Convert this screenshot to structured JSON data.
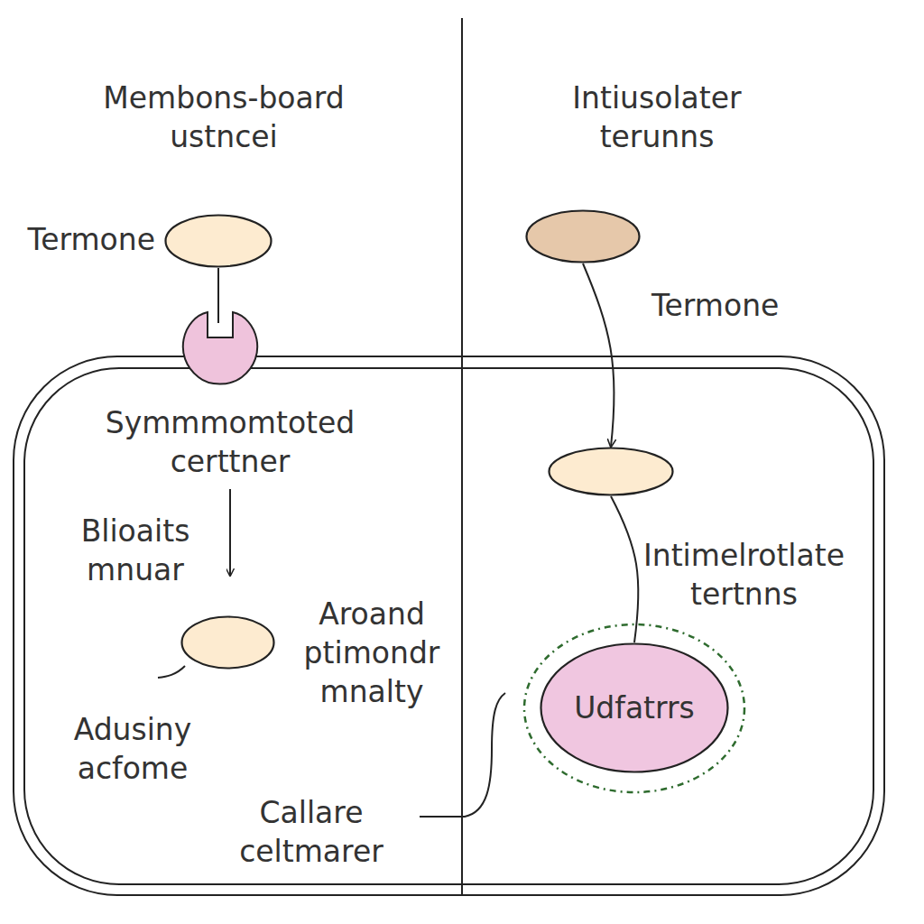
{
  "diagram": {
    "nodes": [
      {
        "text": [
          "Termone"
        ]
      },
      {
        "text": [
          "Termone"
        ]
      },
      {
        "text": [
          "Aroand ptimondr mnalty"
        ]
      },
      {
        "text": [
          "Intimelrotlate tertnns"
        ]
      },
      {
        "text": [
          "Udfatrrs"
        ]
      }
    ],
    "edges": [
      {
        "from": 1,
        "to": 3,
        "arrow": "to"
      },
      {
        "from": 3,
        "to": 4,
        "arrow": "none"
      }
    ],
    "labels": [
      "Membons-board ustncei",
      "Intiusolater terunns",
      "Symmmomtoted certtner",
      "Blioaits mnuar",
      "Adusiny acfome",
      "Callare celtmarer"
    ]
  }
}
